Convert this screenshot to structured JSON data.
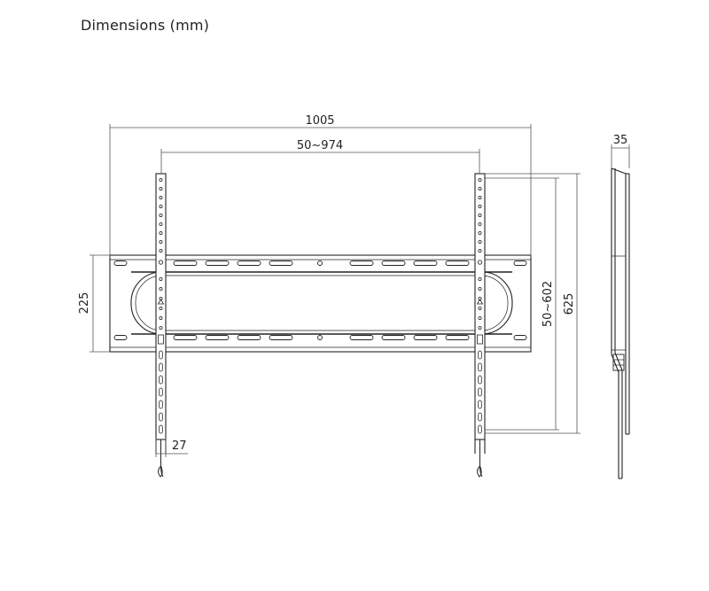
{
  "page": {
    "title": "Dimensions (mm)"
  },
  "colors": {
    "line": "#222222",
    "dimension": "#555555",
    "background": "#ffffff"
  },
  "dimensions": {
    "overall_width": "1005",
    "rail_spacing": "50~974",
    "plate_height": "225",
    "vertical_spacing": "50~602",
    "overall_height": "625",
    "rail_width": "27",
    "profile_depth": "35"
  }
}
